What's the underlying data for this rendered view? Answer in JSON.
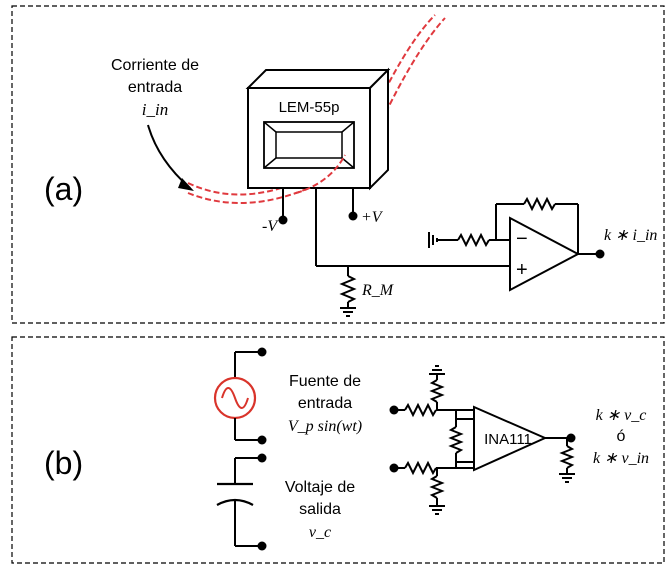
{
  "panel_a": {
    "label": "(a)",
    "input_current_label_1": "Corriente de",
    "input_current_label_2": "entrada",
    "input_current_symbol": "i_in",
    "sensor_label": "LEM-55p",
    "neg_supply": "-V",
    "pos_supply": "+V",
    "resistor_label": "R_M",
    "output_label": "k ∗ i_in",
    "opamp_minus": "−",
    "opamp_plus": "+",
    "cable_color": "#e0393e"
  },
  "panel_b": {
    "label": "(b)",
    "source_label_1": "Fuente de",
    "source_label_2": "entrada",
    "source_label_3": "V_p sin(wt)",
    "capacitor_label_1": "Voltaje de",
    "capacitor_label_2": "salida",
    "capacitor_label_3": "v_c",
    "amp_label": "INA111",
    "output_label_1": "k ∗ v_c",
    "output_label_2": "ó",
    "output_label_3": "k ∗ v_in",
    "source_color": "#d9342b"
  }
}
